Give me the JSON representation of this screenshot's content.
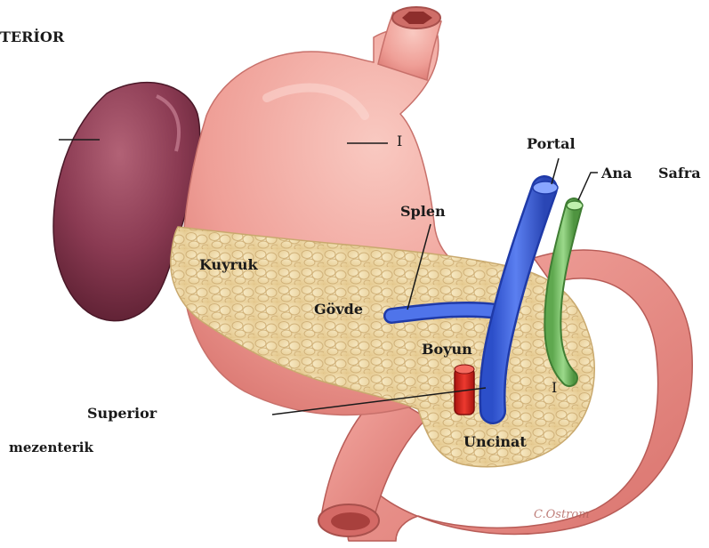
{
  "heading": "TERİOR",
  "labels": {
    "stomach_marker": "I",
    "portal": "Portal",
    "ana": "Ana",
    "safra": "Safra",
    "splen": "Splen",
    "kuyruk": "Kuyruk",
    "govde": "Gövde",
    "boyun": "Boyun",
    "bas_marker": "I",
    "superior": "Superior",
    "mezenterik": "mezenterik",
    "uncinat": "Uncinat"
  },
  "signature": "C.Ostrom",
  "colors": {
    "spleen": "#7a2f45",
    "stomach": "#ec9a93",
    "pancreas": "#f1dca6",
    "duodenum": "#e88f8a",
    "portal_vein": "#3f66e0",
    "bile_duct": "#7cc46a",
    "sma_artery": "#d8231e"
  }
}
